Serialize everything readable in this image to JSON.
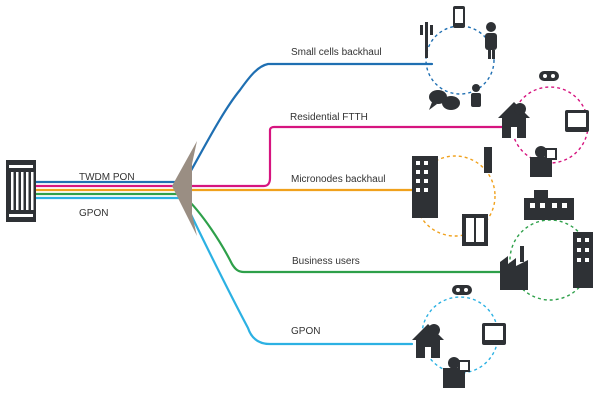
{
  "trunk": {
    "labels": [
      "TWDM PON",
      "GPON"
    ]
  },
  "branches": [
    {
      "id": "small-cells",
      "label": "Small cells backhaul",
      "color": "#1f6fb2"
    },
    {
      "id": "residential",
      "label": "Residential FTTH",
      "color": "#d6147f"
    },
    {
      "id": "micronodes",
      "label": "Micronodes backhaul",
      "color": "#f0a11c"
    },
    {
      "id": "business",
      "label": "Business users",
      "color": "#2ea04a"
    },
    {
      "id": "gpon",
      "label": "GPON",
      "color": "#2cb1e3"
    }
  ],
  "trunk_colors": [
    "#1f6fb2",
    "#d6147f",
    "#f0a11c",
    "#2ea04a",
    "#2cb1e3"
  ],
  "icons": {
    "olt": "olt-rack-icon",
    "splitter": "optical-splitter-icon",
    "antenna": "cell-antenna-icon",
    "phone": "mobile-phone-icon",
    "person": "person-icon",
    "chat": "chat-bubbles-icon",
    "house": "house-icon",
    "gamepad": "gamepad-icon",
    "tv": "tv-icon",
    "office": "office-building-icon",
    "factory": "factory-icon"
  }
}
